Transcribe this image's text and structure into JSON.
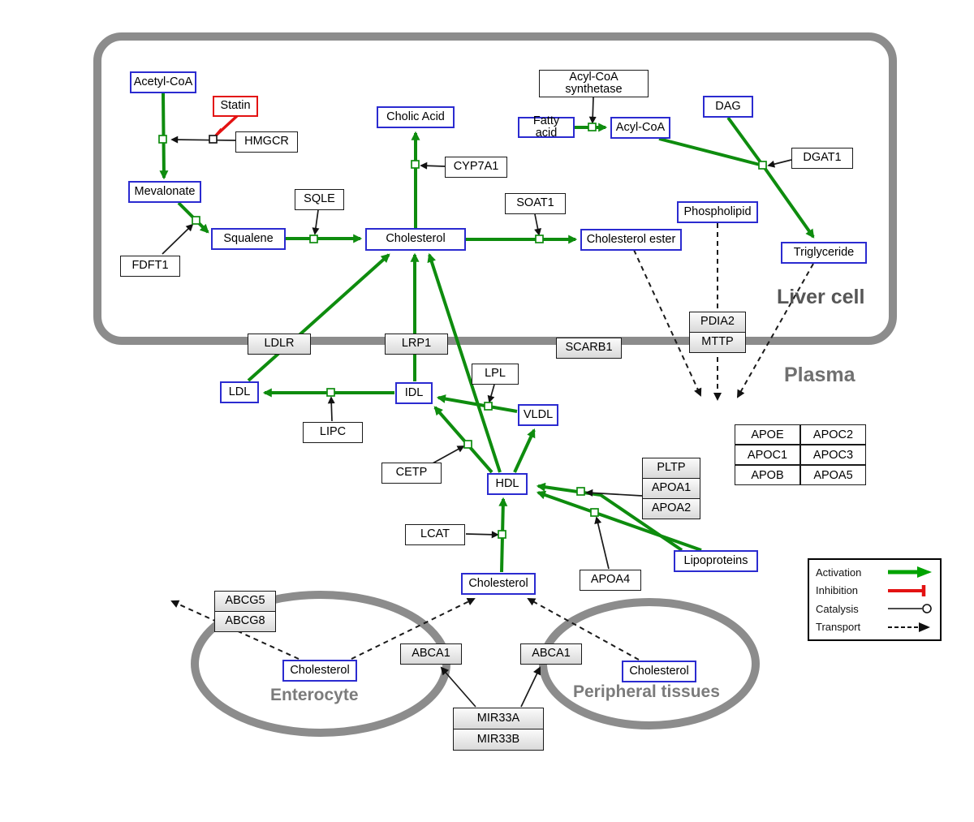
{
  "regions": {
    "liver": "Liver cell",
    "plasma": "Plasma",
    "enterocyte": "Enterocyte",
    "peripheral": "Peripheral tissues"
  },
  "nodes": {
    "acetyl_coa": "Acetyl-CoA",
    "statin": "Statin",
    "hmgcr": "HMGCR",
    "mevalonate": "Mevalonate",
    "fdft1": "FDFT1",
    "squalene": "Squalene",
    "sqle": "SQLE",
    "cholesterol_liver": "Cholesterol",
    "cholic_acid": "Cholic Acid",
    "cyp7a1": "CYP7A1",
    "soat1": "SOAT1",
    "cholesterol_ester": "Cholesterol ester",
    "acyl_coa_synthetase": "Acyl-CoA synthetase",
    "fatty_acid": "Fatty acid",
    "acyl_coa": "Acyl-CoA",
    "dag": "DAG",
    "dgat1": "DGAT1",
    "phospholipid": "Phospholipid",
    "triglyceride": "Triglyceride",
    "pdia2": "PDIA2",
    "mttp": "MTTP",
    "ldlr": "LDLR",
    "lrp1": "LRP1",
    "scarb1": "SCARB1",
    "ldl": "LDL",
    "idl": "IDL",
    "lipc": "LIPC",
    "lpl": "LPL",
    "vldl": "VLDL",
    "cetp": "CETP",
    "hdl": "HDL",
    "pltp": "PLTP",
    "apoa1": "APOA1",
    "apoa2": "APOA2",
    "lcat": "LCAT",
    "apoa4": "APOA4",
    "lipoproteins": "Lipoproteins",
    "cholesterol_plasma": "Cholesterol",
    "abcg5": "ABCG5",
    "abcg8": "ABCG8",
    "cholesterol_enterocyte": "Cholesterol",
    "abca1_left": "ABCA1",
    "abca1_right": "ABCA1",
    "cholesterol_peripheral": "Cholesterol",
    "mir33a": "MIR33A",
    "mir33b": "MIR33B"
  },
  "apo_table": {
    "rows": [
      [
        "APOE",
        "APOC2"
      ],
      [
        "APOC1",
        "APOC3"
      ],
      [
        "APOB",
        "APOA5"
      ]
    ]
  },
  "legend": {
    "items": [
      "Activation",
      "Inhibition",
      "Catalysis",
      "Transport"
    ]
  },
  "colors": {
    "activation": "#0e8c0e",
    "activation_legend": "#00a300",
    "inhibition": "#e31212",
    "metabolite_border": "#2b2bd0",
    "membrane": "#8c8c8c"
  }
}
